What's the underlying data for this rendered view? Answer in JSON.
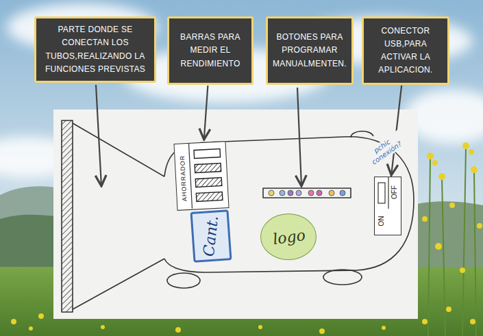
{
  "diagram": {
    "nodes": [
      {
        "text": [
          "PARTE DONDE SE CONECTAN LOS TUBOS,REALIZANDO LA FUNCIONES PREVISTAS"
        ]
      },
      {
        "text": [
          "BARRAS PARA MEDIR EL RENDIMIENTO"
        ]
      },
      {
        "text": [
          "BOTONES PARA PROGRAMAR MANUALMENTEN."
        ]
      },
      {
        "text": [
          "CONECTOR USB,PARA ACTIVAR LA APLICACION."
        ]
      },
      {
        "text": [
          "AHORRADOR"
        ]
      },
      {
        "text": [
          "Cant."
        ]
      },
      {
        "text": [
          "logo"
        ]
      },
      {
        "text": [
          "ON",
          "OFF"
        ]
      }
    ],
    "edges": [
      {
        "from": 1,
        "to": 4,
        "arrow": "to"
      },
      {
        "from": 3,
        "to": 7,
        "arrow": "to"
      }
    ],
    "labels": [
      "pchic conexión?"
    ]
  }
}
